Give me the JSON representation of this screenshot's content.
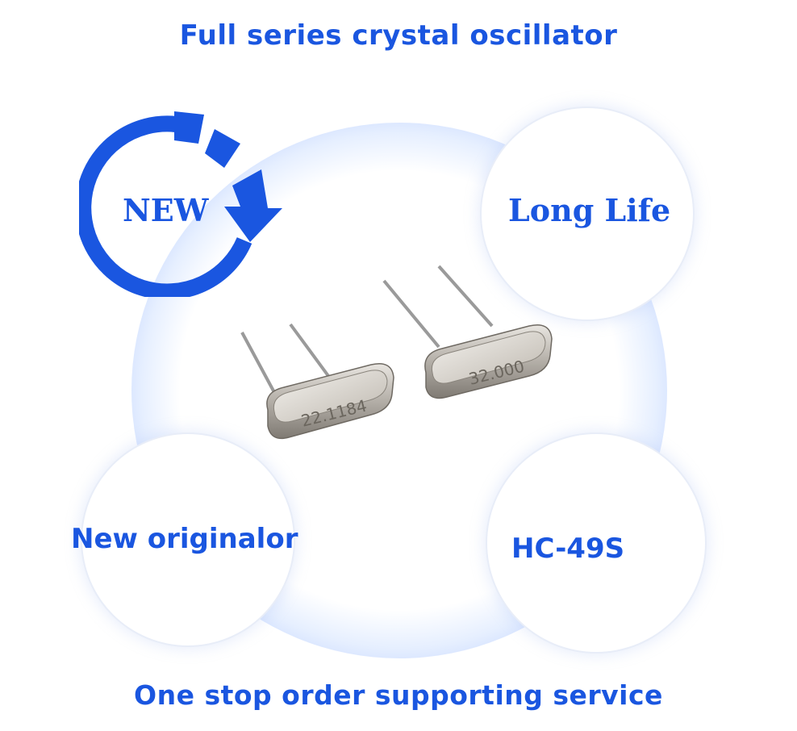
{
  "header": {
    "title": "Full series crystal oscillator"
  },
  "badges": {
    "new": "NEW",
    "long_life": "Long Life",
    "new_original": "New originalor",
    "model": "HC-49S"
  },
  "product": {
    "crystal_left_marking": "22.1184",
    "crystal_right_marking": "32.000"
  },
  "footer": {
    "tagline": "One stop order supporting service"
  },
  "colors": {
    "accent": "#1a56e0",
    "halo": "#8fb0ff"
  },
  "icons": {
    "badge_icon": "refresh-arrow-icon"
  }
}
